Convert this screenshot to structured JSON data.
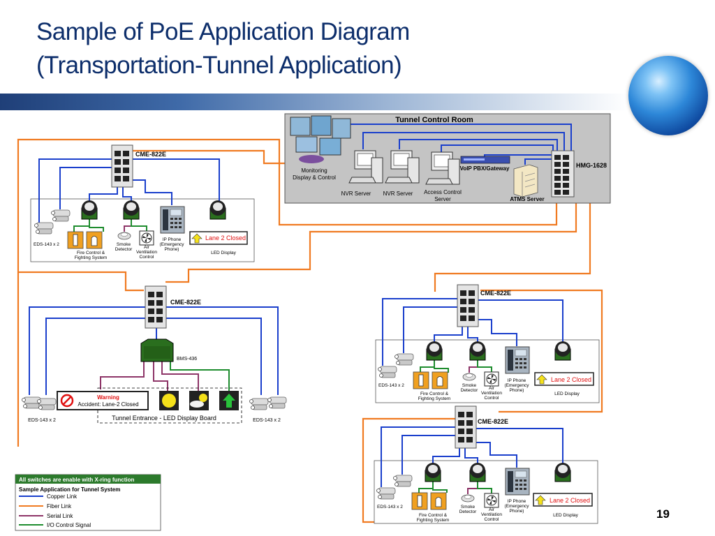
{
  "slide": {
    "title_line1": "Sample of PoE Application Diagram",
    "title_line2": "(Transportation-Tunnel Application)",
    "page_number": "19"
  },
  "control_room": {
    "title": "Tunnel Control Room",
    "monitoring_label": [
      "Monitoring",
      "Display & Control"
    ],
    "nvr1": "NVR Server",
    "nvr2": "NVR Server",
    "access_control": [
      "Access Control",
      "Server"
    ],
    "voip": "VoIP PBX/Gateway",
    "atms": "ATMS Server",
    "hmg": "HMG-1628"
  },
  "switch_labels": {
    "sw1": "CME-822E",
    "sw2": "CME-822E",
    "sw3": "CME-822E",
    "sw4": "CME-822E"
  },
  "device_labels": {
    "eds": "EDS-143 x 2",
    "fire": [
      "Fire Control &",
      "Fighting System"
    ],
    "smoke": [
      "Smoke",
      "Detector"
    ],
    "air": [
      "Air",
      "Ventilation",
      "Control"
    ],
    "phone": [
      "IP Phone",
      "(Emergency",
      "Phone)"
    ],
    "led_text": "Lane 2 Closed",
    "led_display": "LED Display"
  },
  "entrance": {
    "bms": "BMS-436",
    "warning": "Warning",
    "accident": "Accident: Lane-2 Closed",
    "board_label": "Tunnel Entrance - LED Display Board",
    "eds_left": "EDS-143 x 2",
    "eds_right": "EDS-143 x 2"
  },
  "legend": {
    "header": "All switches are enable with X-ring function",
    "subtitle": "Sample Application for Tunnel System",
    "items": [
      {
        "label": "Copper Link",
        "color": "#1a3fcc"
      },
      {
        "label": "Fiber Link",
        "color": "#f07a21"
      },
      {
        "label": "Serial Link",
        "color": "#8e3568"
      },
      {
        "label": "I/O Control Signal",
        "color": "#1e8c2e"
      }
    ]
  },
  "colors": {
    "copper": "#1a3fcc",
    "fiber": "#f07a21",
    "serial": "#8e3568",
    "io": "#1e8c2e",
    "legend_header": "#2c7a2c"
  }
}
